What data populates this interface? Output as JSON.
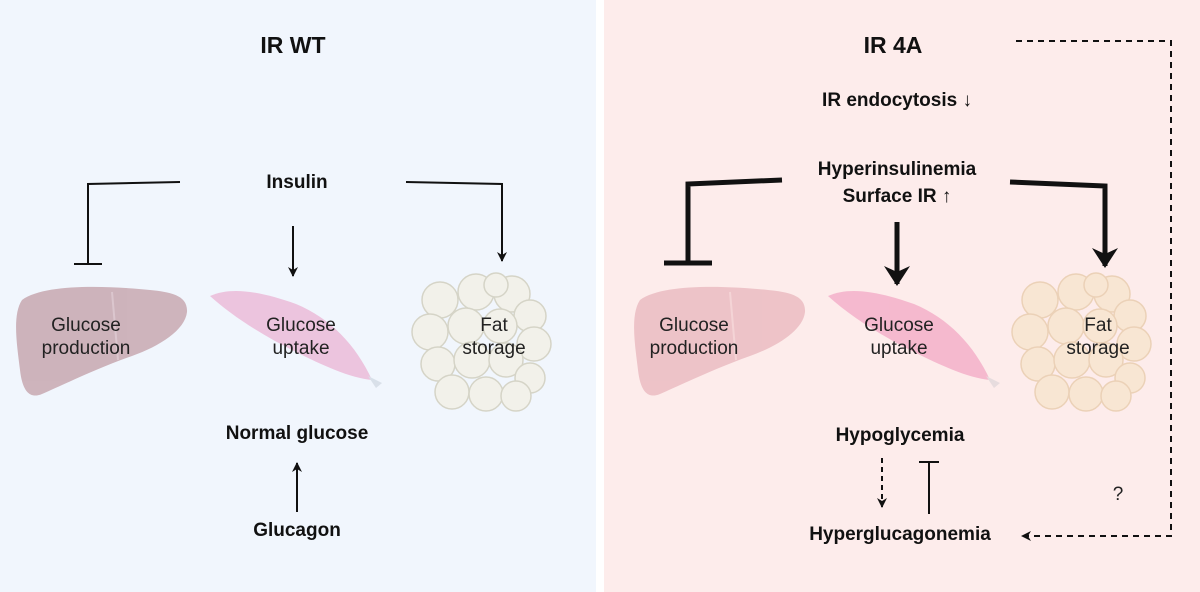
{
  "colors": {
    "left_bg": "#f1f6fd",
    "right_bg": "#fdeceb",
    "liver": "#b07d86",
    "muscle": "#e9a4ca",
    "fat_left": "#e8e6d6",
    "fat_right": "#eed4b4",
    "line": "#111111"
  },
  "icons": [
    "liver-icon",
    "muscle-icon",
    "fat-cells-icon"
  ],
  "wt": {
    "title": "IR WT",
    "insulin": "Insulin",
    "glucose_production": "Glucose\nproduction",
    "glucose_uptake": "Glucose\nuptake",
    "fat_storage": "Fat\nstorage",
    "normal_glucose": "Normal glucose",
    "glucagon": "Glucagon"
  },
  "mut": {
    "title": "IR 4A",
    "endocytosis": "IR endocytosis ↓",
    "hyperinsulinemia": "Hyperinsulinemia",
    "surface_ir": "Surface IR ↑",
    "glucose_production": "Glucose\nproduction",
    "glucose_uptake": "Glucose\nuptake",
    "fat_storage": "Fat\nstorage",
    "hypoglycemia": "Hypoglycemia",
    "hyperglucagonemia": "Hyperglucagonemia",
    "question": "?"
  }
}
